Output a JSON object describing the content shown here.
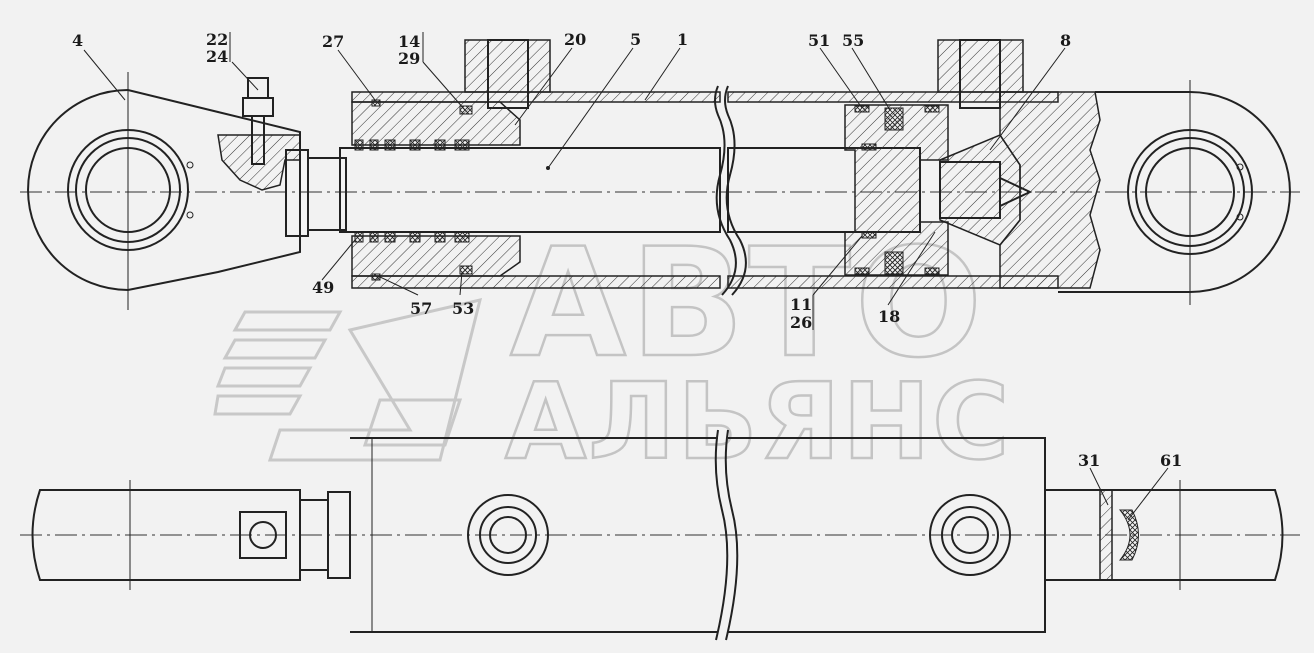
{
  "labels": {
    "l4": "4",
    "l22": "22",
    "l24": "24",
    "l27": "27",
    "l14": "14",
    "l29": "29",
    "l20": "20",
    "l5": "5",
    "l1": "1",
    "l51": "51",
    "l55": "55",
    "l8": "8",
    "l49": "49",
    "l57": "57",
    "l53": "53",
    "l11": "11",
    "l26": "26",
    "l18": "18",
    "l31": "31",
    "l61": "61"
  },
  "watermark": {
    "line1": "АВТО",
    "line2": "АЛЬЯНС"
  }
}
